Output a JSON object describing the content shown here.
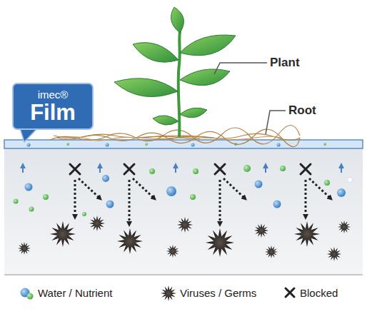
{
  "diagram": {
    "nodes": [
      {
        "text": [
          "imec®",
          "Film"
        ]
      }
    ],
    "labels": [
      "Plant",
      "Root"
    ],
    "legend": [
      {
        "text": "Water / Nutrient"
      },
      {
        "text": "Viruses / Germs"
      },
      {
        "text": "Blocked"
      }
    ]
  }
}
